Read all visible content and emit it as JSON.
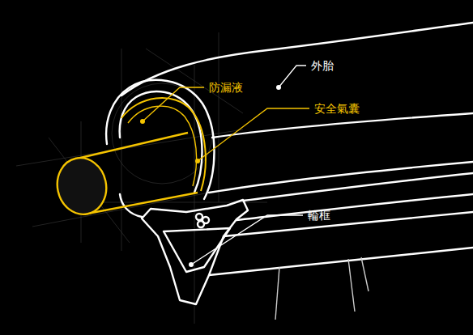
{
  "diagram": {
    "labels": [
      "外胎",
      "防漏液",
      "安全氣囊",
      "輪框"
    ]
  }
}
